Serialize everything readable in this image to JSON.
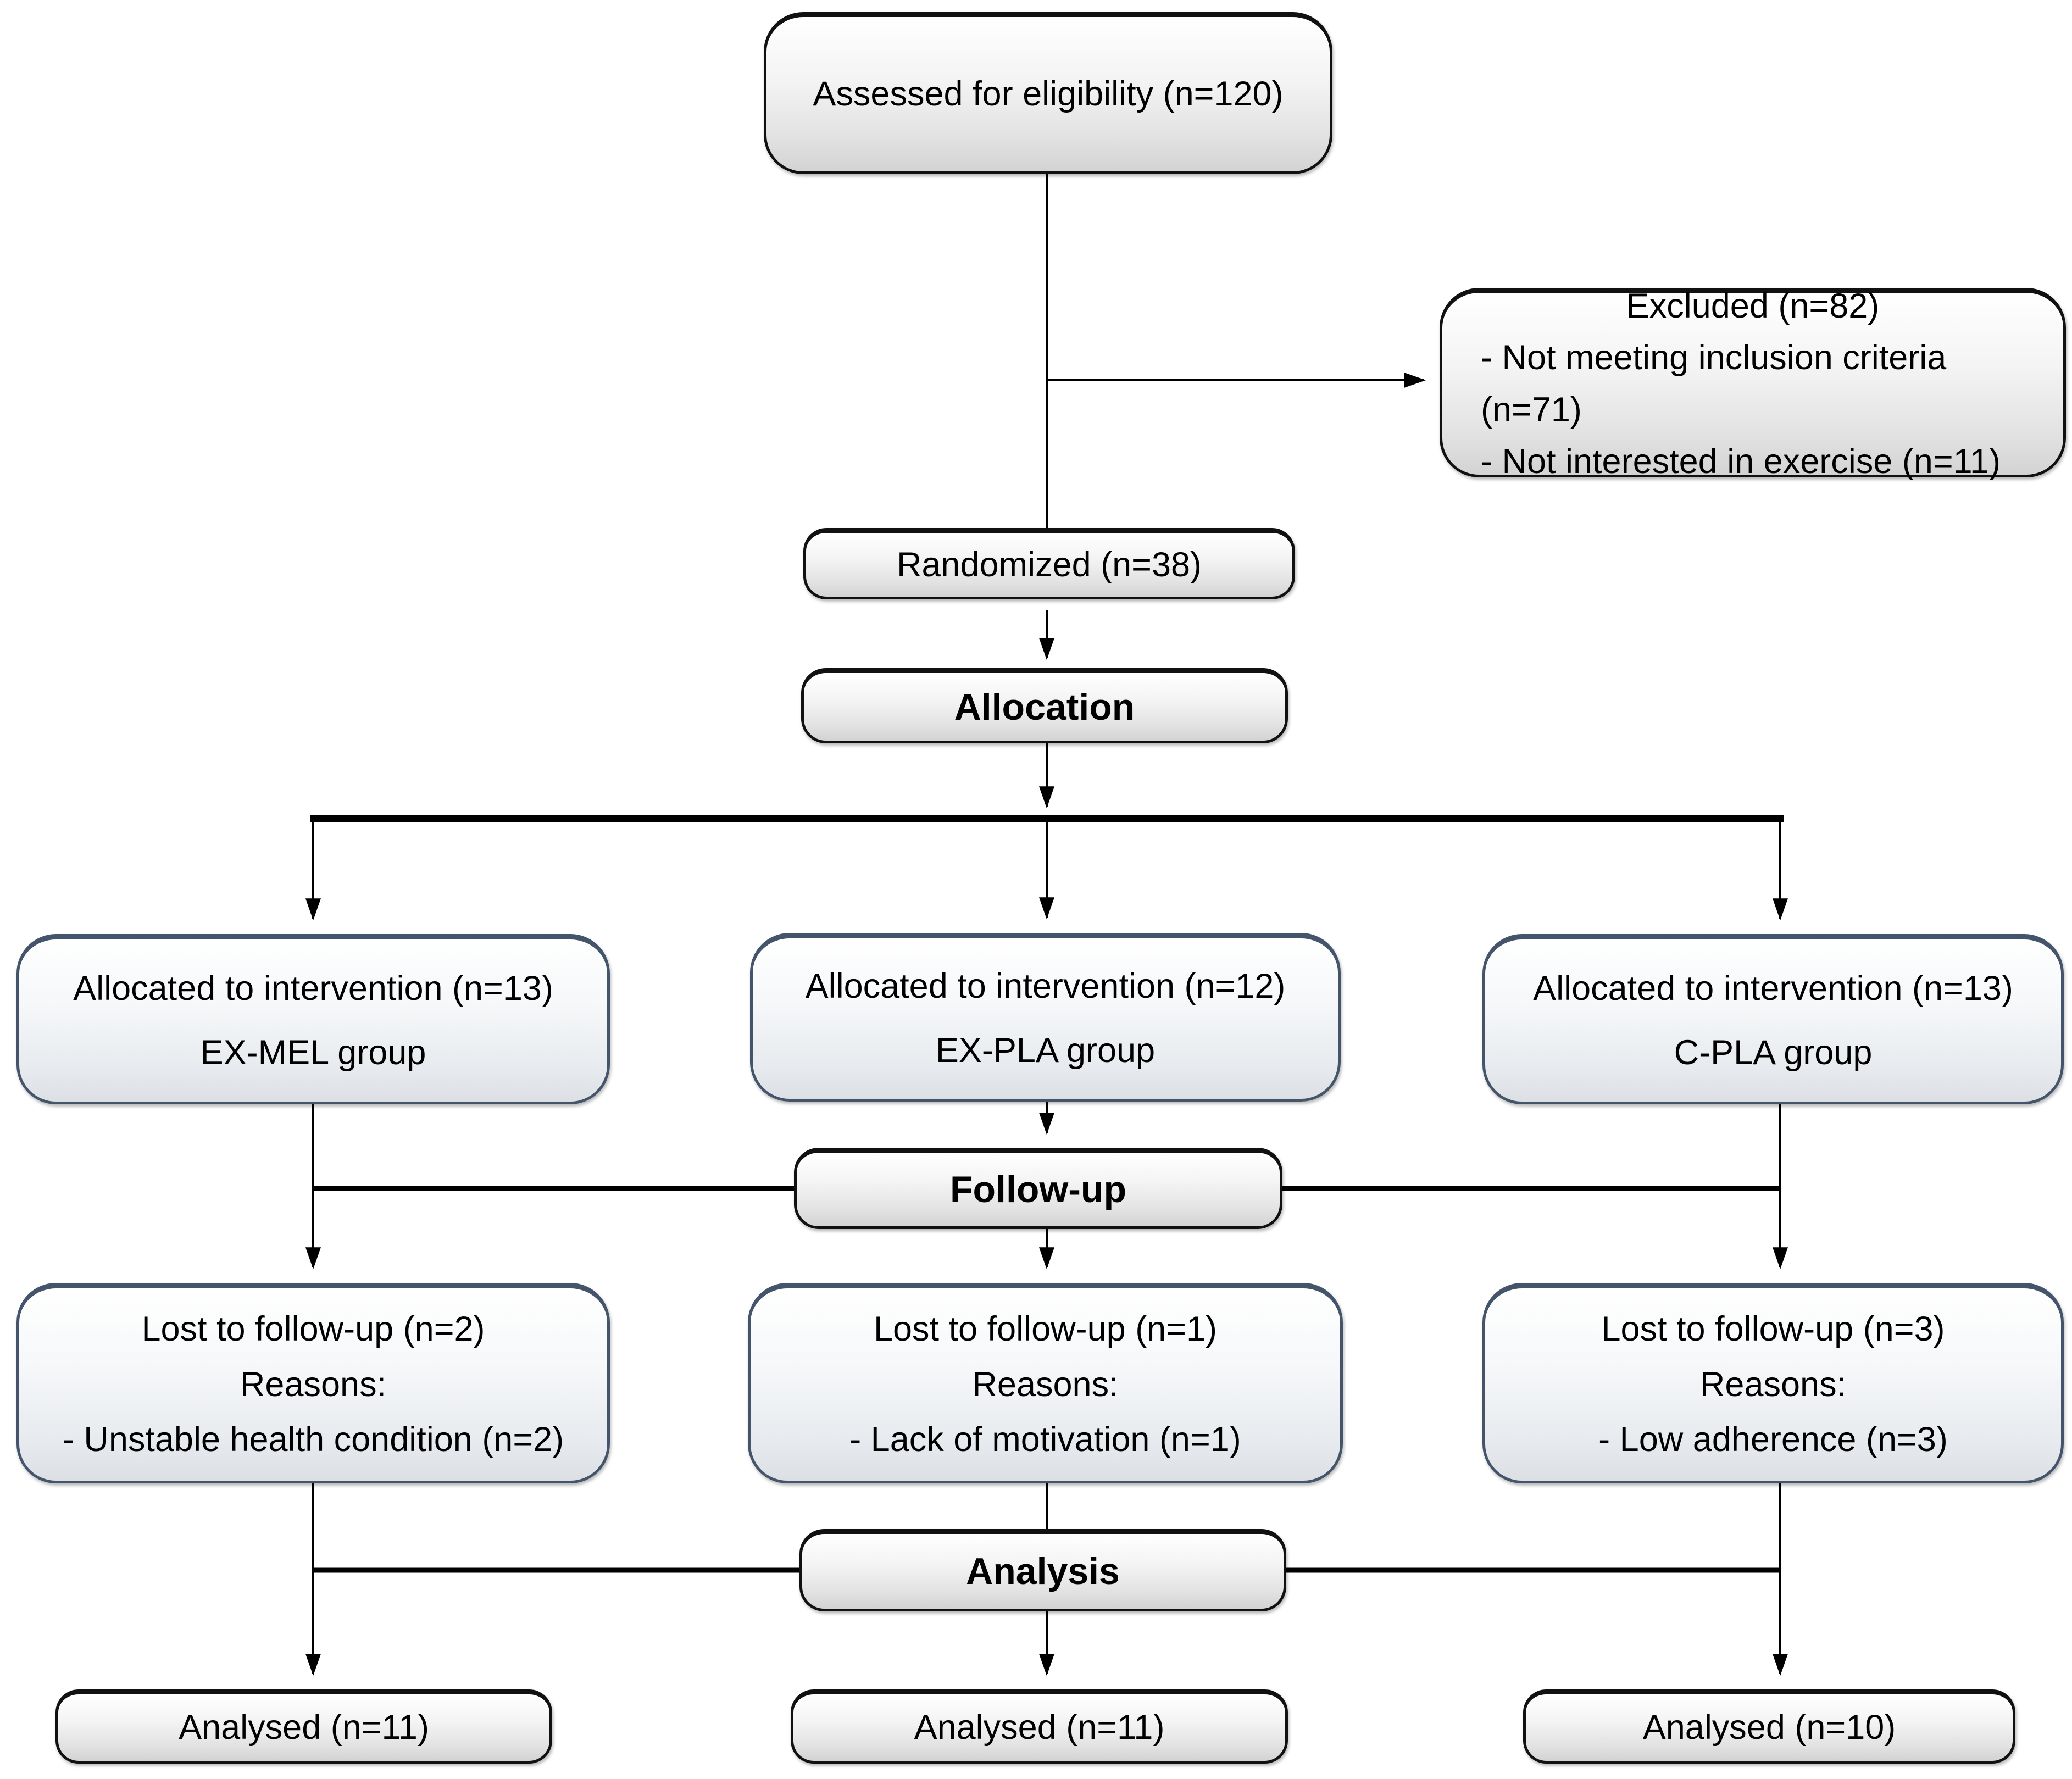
{
  "boxes": {
    "assessed": {
      "label": "Assessed for eligibility (n=120)"
    },
    "excluded": {
      "title": "Excluded (n=82)",
      "reasons": [
        "- Not meeting inclusion criteria (n=71)",
        "- Not interested in exercise (n=11)"
      ]
    },
    "randomized": {
      "label": "Randomized (n=38)"
    },
    "bands": {
      "allocation": "Allocation",
      "followup": "Follow-up",
      "analysis": "Analysis"
    },
    "allocated": [
      {
        "line1": "Allocated to intervention (n=13)",
        "line2": "EX-MEL group"
      },
      {
        "line1": "Allocated to intervention (n=12)",
        "line2": "EX-PLA group"
      },
      {
        "line1": "Allocated to intervention (n=13)",
        "line2": "C-PLA group"
      }
    ],
    "lost": [
      {
        "line1": "Lost to follow-up (n=2)",
        "line2": "Reasons:",
        "line3": "- Unstable health condition (n=2)"
      },
      {
        "line1": "Lost to follow-up (n=1)",
        "line2": "Reasons:",
        "line3": "- Lack of motivation (n=1)"
      },
      {
        "line1": "Lost to follow-up (n=3)",
        "line2": "Reasons:",
        "line3": "- Low adherence (n=3)"
      }
    ],
    "analysed": [
      {
        "label": "Analysed (n=11)"
      },
      {
        "label": "Analysed (n=11)"
      },
      {
        "label": "Analysed (n=10)"
      }
    ]
  },
  "colors": {
    "background": "#ffffff",
    "border_dark": "#111111",
    "border_blue": "#44546A",
    "fill_top": "#ffffff",
    "fill_bottom": "#d3d3d3",
    "connector": "#000000"
  }
}
